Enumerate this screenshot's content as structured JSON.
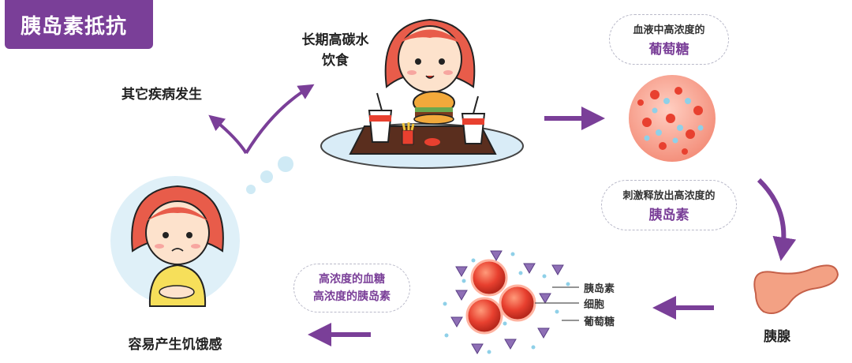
{
  "title": "胰岛素抵抗",
  "labels": {
    "diet": [
      "长期高碳水",
      "饮食"
    ],
    "other_disease": "其它疾病发生",
    "hunger": "容易产生饥饿感",
    "pancreas": "胰腺"
  },
  "bubbles": {
    "glucose": {
      "small": "血液中高浓度的",
      "big": "葡萄糖"
    },
    "insulin": {
      "small": "刺激释放出高浓度的",
      "big": "胰岛素"
    },
    "blood": {
      "line1": "高浓度的血糖",
      "line2": "高浓度的胰岛素"
    }
  },
  "legend": {
    "insulin": "胰岛素",
    "cell": "细胞",
    "glucose": "葡萄糖"
  },
  "colors": {
    "purple": "#7a3f98",
    "skin": "#fde2cc",
    "hair": "#e85c4a",
    "cell": "#e8402f"
  }
}
